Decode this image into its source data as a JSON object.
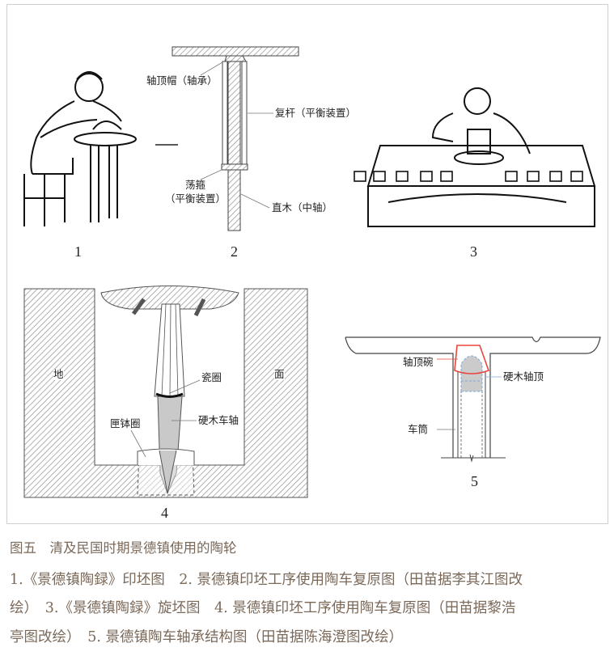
{
  "figure": {
    "panel1": {
      "number": "1"
    },
    "panel2": {
      "number": "2",
      "labels": {
        "bearing_cap": "轴顶帽（轴承）",
        "balance_rod": "复杆（平衡装置）",
        "hoop": "荡箍",
        "hoop_note": "（平衡装置）",
        "center_shaft": "直木（中轴）"
      }
    },
    "panel3": {
      "number": "3"
    },
    "panel4": {
      "number": "4",
      "labels": {
        "ground_left": "地",
        "ground_right": "面",
        "porcelain_ring": "瓷圈",
        "hardwood_axle": "硬木车轴",
        "saggar_ring": "匣钵圈"
      }
    },
    "panel5": {
      "number": "5",
      "labels": {
        "bearing_bowl": "轴顶碗",
        "hardwood_top": "硬木轴顶",
        "barrel": "车筒"
      }
    }
  },
  "caption": {
    "title": "图五　清及民国时期景德镇使用的陶轮",
    "lines": [
      "1.《景德镇陶録》印坯图　2. 景德镇印坯工序使用陶车复原图（田苗据李其江图改",
      "绘）　3.《景德镇陶録》旋坯图　4. 景德镇印坯工序使用陶车复原图（田苗据黎浩",
      "亭图改绘）　5. 景德镇陶车轴承结构图（田苗据陈海澄图改绘）"
    ]
  },
  "colors": {
    "caption": "#7a6858",
    "bowl": "#e8463c",
    "hardwood_blue": "#7fa8d8"
  }
}
